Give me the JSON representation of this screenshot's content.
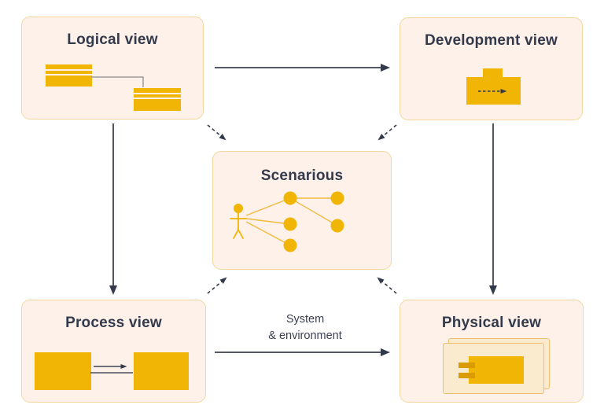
{
  "nodes": {
    "logical": {
      "label": "Logical view"
    },
    "development": {
      "label": "Development view"
    },
    "scenarios": {
      "label": "Scenarious"
    },
    "process": {
      "label": "Process view"
    },
    "physical": {
      "label": "Physical view"
    }
  },
  "edge_label": {
    "line1": "System",
    "line2": "& environment"
  },
  "icons": {
    "logical": "uml-class-diagram-icon",
    "development": "package-icon",
    "scenarios": "use-case-diagram-icon",
    "process": "process-flow-icon",
    "physical": "component-3d-icon"
  },
  "colors": {
    "node_fill": "#FDF1E9",
    "node_border": "#F4D79F",
    "accent_yellow": "#F0B505",
    "accent_amber_dark": "#D99C04",
    "panel_fill": "#FBEBCE",
    "panel_border": "#EEBF6E",
    "text_dark": "#333A4B",
    "arrow_dark": "#3E4350",
    "connector_gray": "#9B9B9B",
    "background": "#FFFFFF"
  }
}
